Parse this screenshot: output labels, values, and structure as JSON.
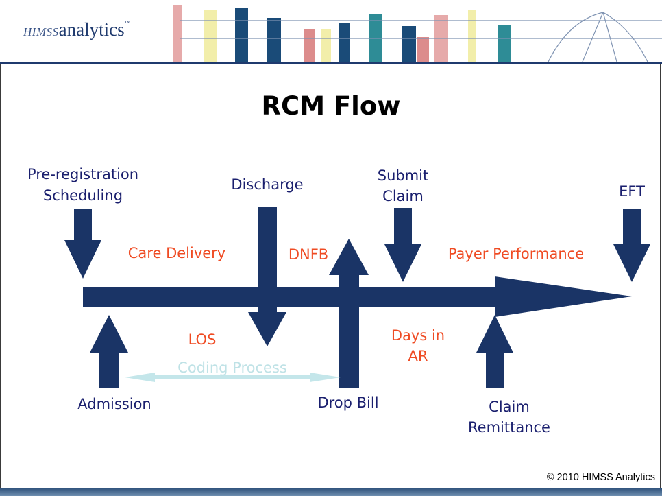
{
  "header": {
    "logo_prefix": "HIMSS",
    "logo_main": "analytics",
    "logo_mark": "™"
  },
  "title": "RCM Flow",
  "labels": {
    "pre_registration": "Pre-registration",
    "scheduling": "Scheduling",
    "discharge": "Discharge",
    "submit": "Submit",
    "claim_top": "Claim",
    "eft": "EFT",
    "care_delivery": "Care Delivery",
    "dnfb": "DNFB",
    "payer_performance": "Payer Performance",
    "los": "LOS",
    "days_in": "Days in",
    "ar": "AR",
    "coding_process": "Coding Process",
    "admission": "Admission",
    "drop_bill": "Drop Bill",
    "claim_bottom": "Claim",
    "remittance": "Remittance"
  },
  "colors": {
    "navy": "#1a3466",
    "label_navy": "#1a1f6e",
    "orange": "#ef4b23",
    "pale_cyan": "#c4e6ea",
    "bar_palette": [
      "#e6aaaa",
      "#f2eeaa",
      "#1a4b78",
      "#2e8c96",
      "#dc8c8c"
    ]
  },
  "footer": {
    "copyright": "© 2010 HIMSS Analytics"
  }
}
